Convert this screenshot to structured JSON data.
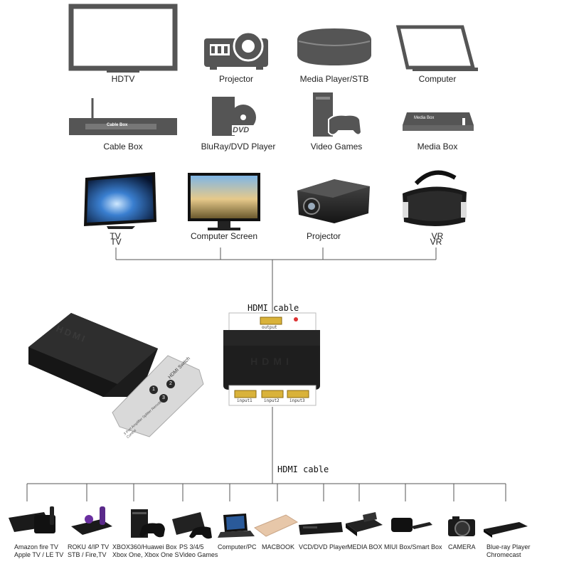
{
  "row1": [
    {
      "name": "hdtv",
      "label": "HDTV"
    },
    {
      "name": "projector",
      "label": "Projector"
    },
    {
      "name": "media-player-stb",
      "label": "Media Player/STB"
    },
    {
      "name": "computer",
      "label": "Computer"
    }
  ],
  "row2": [
    {
      "name": "cable-box",
      "label": "Cable Box",
      "device_text": "Cable Box"
    },
    {
      "name": "bluray-dvd-player",
      "label": "BluRay/DVD Player",
      "device_text": "DVD"
    },
    {
      "name": "video-games",
      "label": "Video Games"
    },
    {
      "name": "media-box",
      "label": "Media Box",
      "device_text": "Media Box"
    }
  ],
  "row3": [
    {
      "name": "tv",
      "label": "TV",
      "sublabel": "TV"
    },
    {
      "name": "computer-screen",
      "label": "Computer Screen"
    },
    {
      "name": "projector-photo",
      "label": "Projector"
    },
    {
      "name": "vr",
      "label": "VR",
      "sublabel": "VR"
    }
  ],
  "switch": {
    "top_cable_label": "HDMI cable",
    "output_label": "output",
    "inputs": [
      "input1",
      "input2",
      "input3"
    ],
    "brand_text": "HDMI"
  },
  "remote": {
    "title": "HDMI Switch",
    "buttons": [
      "1",
      "2",
      "3"
    ],
    "caption": "3 Port Amplifier Splitter Remote Control"
  },
  "bottom_cable_label": "HDMI cable",
  "sources": [
    {
      "name": "amazon-fire-tv",
      "lines": [
        "Amazon fire TV",
        "Apple TV / LE TV"
      ]
    },
    {
      "name": "roku",
      "lines": [
        "ROKU 4/IP TV",
        "STB / Fire,TV"
      ]
    },
    {
      "name": "xbox",
      "lines": [
        "XBOX360/Huawei Box",
        "Xbox One, Xbox One S"
      ]
    },
    {
      "name": "ps",
      "lines": [
        "PS 3/4/5",
        "Video Games"
      ]
    },
    {
      "name": "computer-pc",
      "lines": [
        "Computer/PC"
      ]
    },
    {
      "name": "macbook",
      "lines": [
        "MACBOOK"
      ]
    },
    {
      "name": "vcd-dvd-player",
      "lines": [
        "VCD/DVD Player"
      ]
    },
    {
      "name": "media-box-src",
      "lines": [
        "MEDIA BOX"
      ]
    },
    {
      "name": "miui-box",
      "lines": [
        "MIUI Box/Smart Box"
      ]
    },
    {
      "name": "camera",
      "lines": [
        "CAMERA"
      ]
    },
    {
      "name": "bluray-chromecast",
      "lines": [
        "Blue-ray Player",
        "Chromecast"
      ]
    }
  ]
}
